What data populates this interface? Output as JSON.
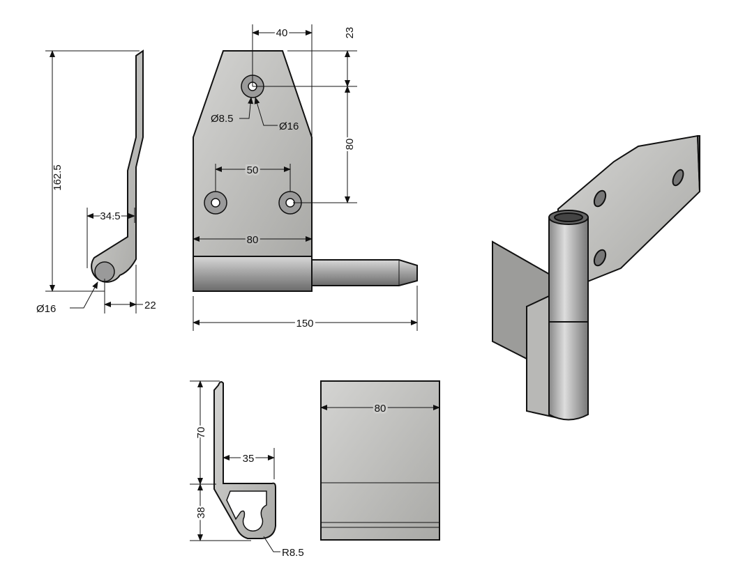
{
  "colors": {
    "part_fill": "#c8c8c8",
    "outline": "#111111",
    "background": "#ffffff"
  },
  "side_view": {
    "height": "162.5",
    "offset": "34.5",
    "pin_dia": "Ø16",
    "edge": "22"
  },
  "front_view": {
    "hole_offset": "40",
    "top_offset": "23",
    "hole_pitch_v": "80",
    "hole_dia": "Ø8.5",
    "counterbore_dia": "Ø16",
    "hole_pitch_h": "50",
    "width": "80",
    "overall_length": "150"
  },
  "profile_view": {
    "upper_height": "70",
    "lower_height": "38",
    "flange": "35",
    "radius": "R8.5"
  },
  "rear_view": {
    "width": "80"
  }
}
